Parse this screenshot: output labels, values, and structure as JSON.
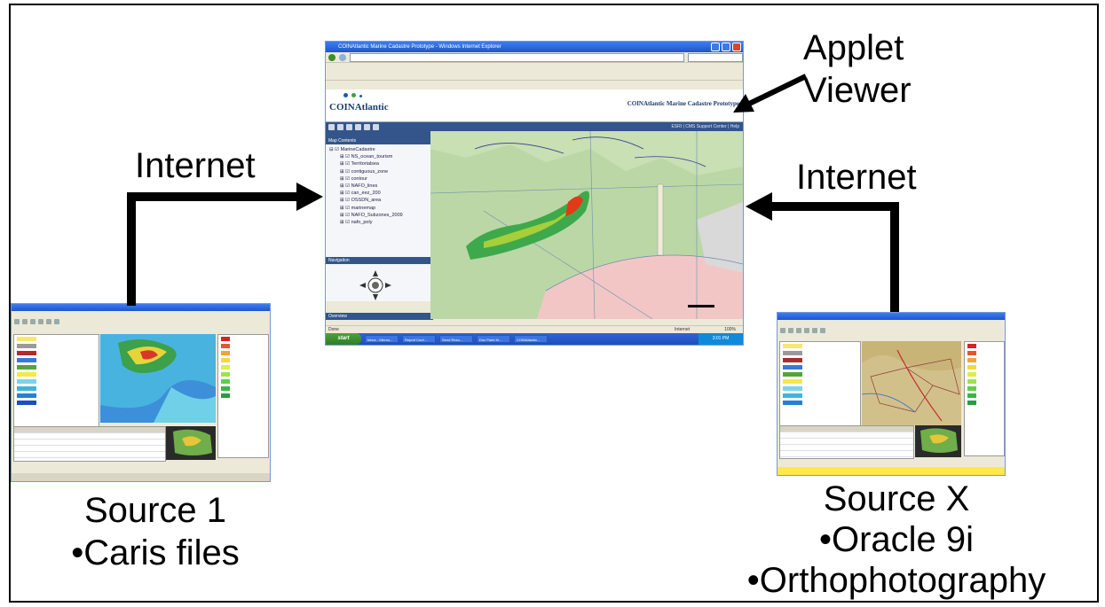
{
  "labels": {
    "applet_viewer_line1": "Applet",
    "applet_viewer_line2": "Viewer",
    "internet_left": "Internet",
    "internet_right": "Internet",
    "source1_title": "Source 1",
    "source1_item1": "•Caris files",
    "sourceX_title": "Source X",
    "sourceX_item1": "•Oracle 9i",
    "sourceX_item2": "•Orthophotography"
  },
  "browser": {
    "window_title": "COINAtlantic Marine Cadastre Prototype - Windows Internet Explorer",
    "app_logo": "COINAtlantic",
    "app_title": "COINAtlantic Marine Cadastre Prototype",
    "toolbar_links": "ESRI | CMS Support Center | Help",
    "panel_map_contents": "Map Contents",
    "panel_navigation": "Navigation",
    "panel_overview": "Overview",
    "root_layer": "MarineCadastre",
    "layers": [
      "NS_ocean_tourism",
      "Territorialsea",
      "contiguous_zone",
      "contour",
      "NAFO_lines",
      "can_eez_200",
      "OSSDN_area",
      "marinemap",
      "NAFO_Subzones_2009",
      "nafo_poly"
    ],
    "status_left": "Done",
    "status_internet": "Internet",
    "status_zoom": "100%",
    "start": "start",
    "tasks": [
      "Inbox - Micros...",
      "Report Conf...",
      "Send Resu...",
      "Doc Paint M...",
      "COINAtlantic..."
    ],
    "clock": "3:01 PM"
  },
  "colors": {
    "map_land": "#bcd7a6",
    "map_sea": "#f3c6c6",
    "ns_dem_low": "#23a043",
    "ns_dem_high": "#e13a18",
    "arrow": "#000000"
  }
}
